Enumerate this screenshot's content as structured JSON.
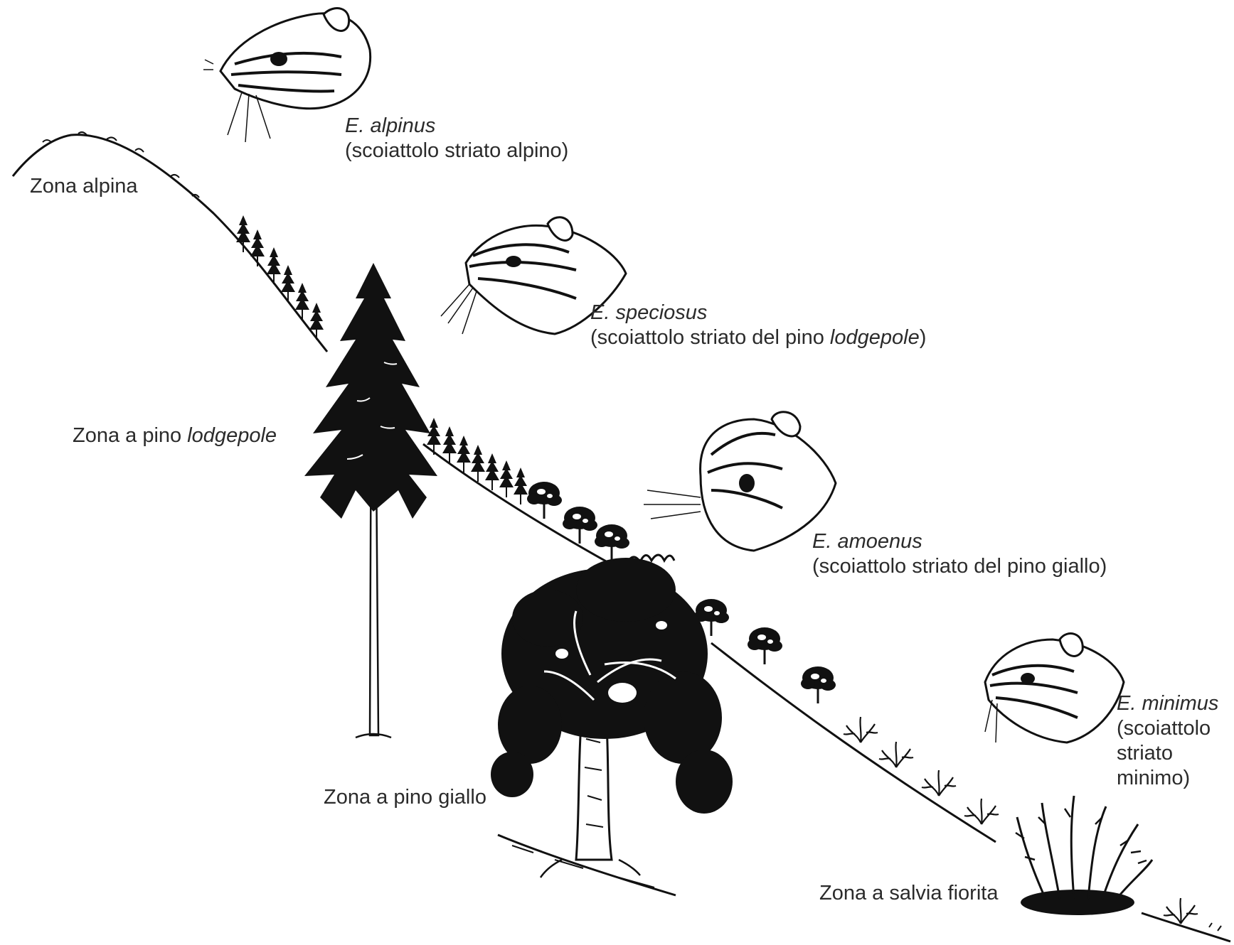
{
  "zones": {
    "alpine": {
      "text": "Zona alpina"
    },
    "lodgepole": {
      "prefix": "Zona a pino ",
      "italic": "lodgepole"
    },
    "yellow_pine": {
      "text": "Zona a pino giallo"
    },
    "sage": {
      "text": "Zona a salvia fiorita"
    }
  },
  "species": {
    "alpinus": {
      "name": "E. alpinus",
      "common": "(scoiattolo striato alpino)"
    },
    "speciosus": {
      "name": "E. speciosus",
      "common_prefix": "(scoiattolo striato del pino ",
      "common_italic": "lodgepole",
      "common_suffix": ")"
    },
    "amoenus": {
      "name": "E. amoenus",
      "common": "(scoiattolo striato del pino giallo)"
    },
    "minimus": {
      "name": "E. minimus",
      "common_line1": "(scoiattolo",
      "common_line2": "striato",
      "common_line3": "minimo)"
    }
  },
  "colors": {
    "ink": "#111111",
    "text": "#2b2b2b",
    "background": "#ffffff"
  }
}
